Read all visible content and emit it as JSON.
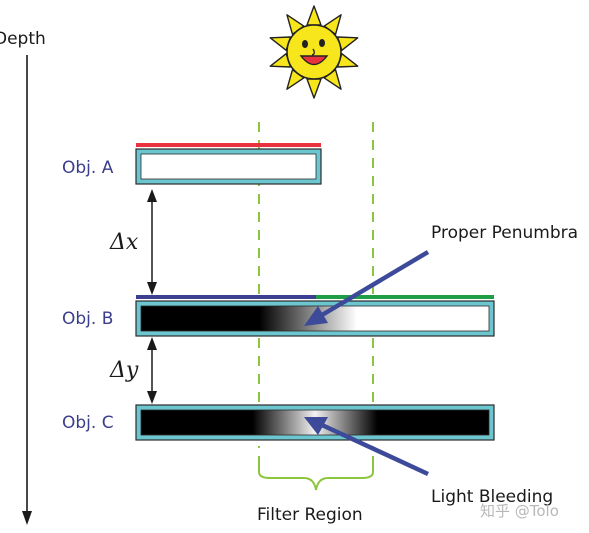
{
  "depth_label": "Depth",
  "sun_icon": "smiling-sun-icon",
  "objects": [
    {
      "label": "Obj. A"
    },
    {
      "label": "Obj. B"
    },
    {
      "label": "Obj. C"
    }
  ],
  "delta_x": "Δx",
  "delta_y": "Δy",
  "annotations": {
    "proper_penumbra": "Proper Penumbra",
    "light_bleeding": "Light Bleeding"
  },
  "filter_region_label": "Filter Region",
  "watermark": "知乎 @Tolo",
  "colors": {
    "object_border": "#6cc6cf",
    "object_a_top_line": "#e8333e",
    "object_b_top_line_left": "#3c3f8f",
    "object_b_top_line_right": "#1f9e45",
    "filter_region": "#8cc63f",
    "arrow": "#3c4a99",
    "object_label": "#3a3e8c",
    "sun_fill": "#f7e61b"
  }
}
